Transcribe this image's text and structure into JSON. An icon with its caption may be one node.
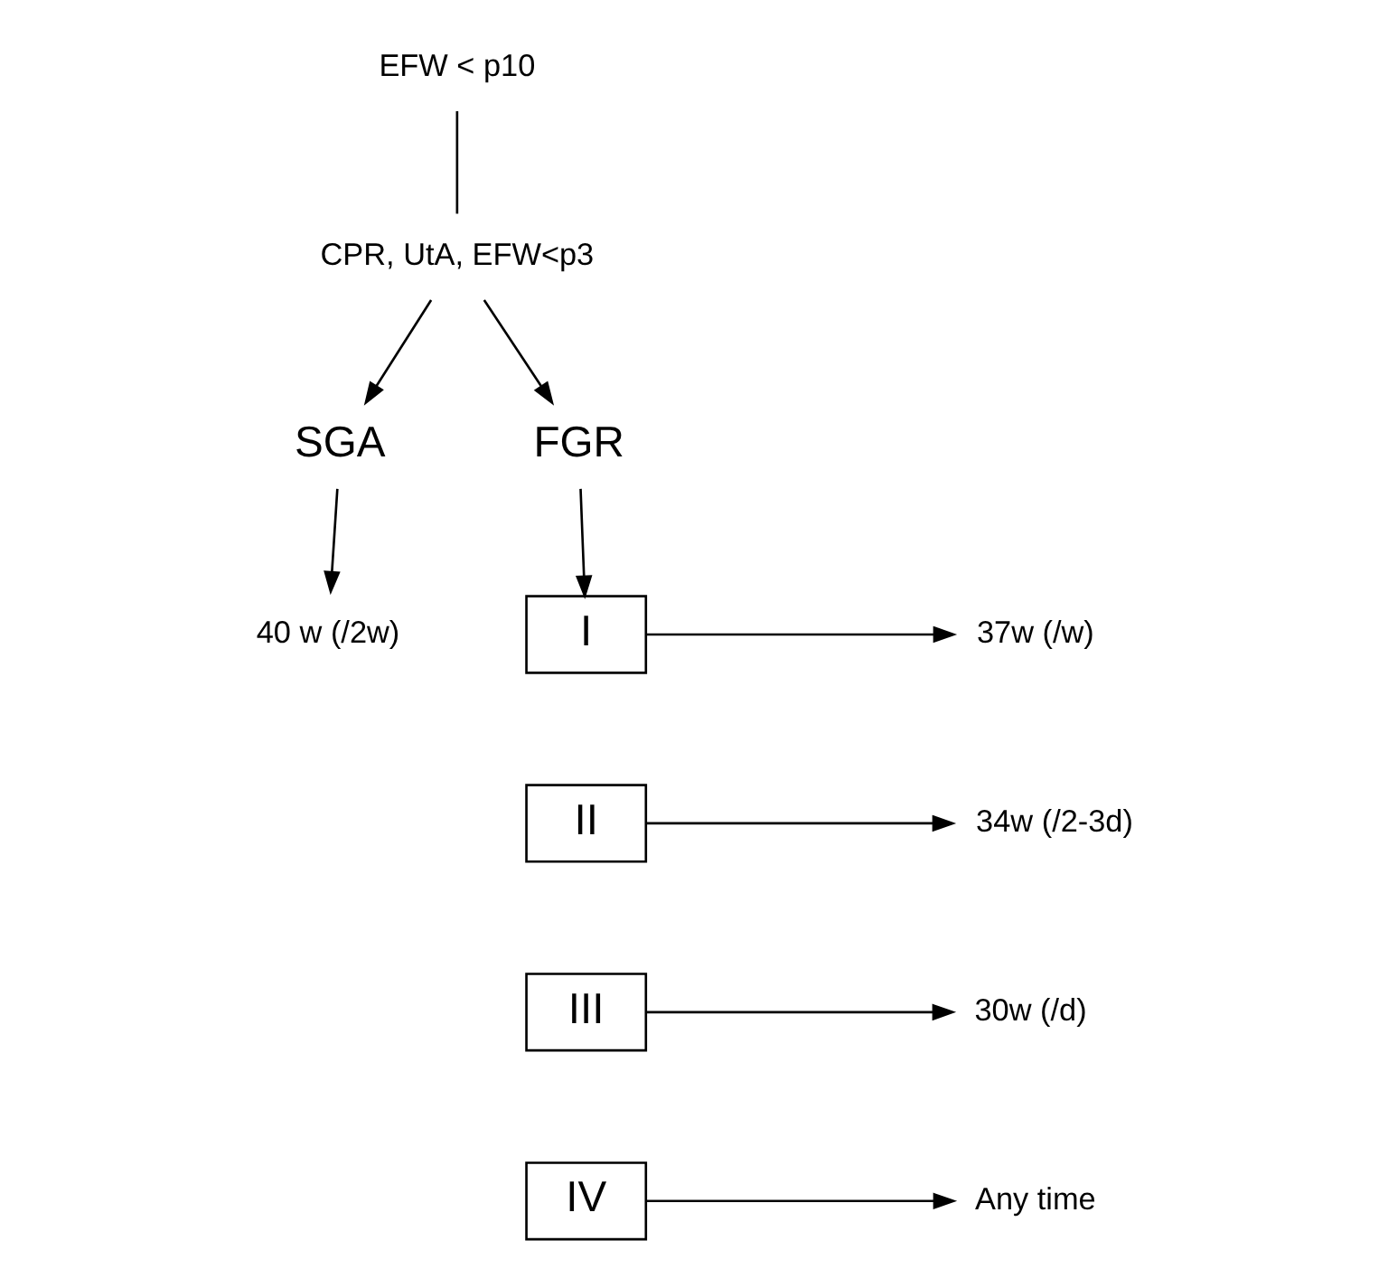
{
  "diagram": {
    "nodes": [
      {
        "text": [
          "EFW < p10"
        ]
      },
      {
        "text": [
          "CPR, UtA, EFW<p3"
        ]
      },
      {
        "text": [
          "SGA"
        ]
      },
      {
        "text": [
          "FGR"
        ]
      },
      {
        "text": [
          "40 w (/2w)"
        ]
      },
      {
        "text": [
          "I"
        ]
      },
      {
        "text": [
          "II"
        ]
      },
      {
        "text": [
          "III"
        ]
      },
      {
        "text": [
          "IV"
        ]
      },
      {
        "text": [
          "37w (/w)"
        ]
      },
      {
        "text": [
          "34w (/2-3d)"
        ]
      },
      {
        "text": [
          "30w (/d)"
        ]
      },
      {
        "text": [
          "Any time"
        ]
      }
    ],
    "edges": [
      {
        "from": 0,
        "to": 1,
        "arrow": "none"
      },
      {
        "from": 1,
        "to": 2,
        "arrow": "to"
      },
      {
        "from": 1,
        "to": 3,
        "arrow": "to"
      },
      {
        "from": 2,
        "to": 4,
        "arrow": "to"
      },
      {
        "from": 3,
        "to": 5,
        "arrow": "to"
      },
      {
        "from": 5,
        "to": 9,
        "arrow": "to"
      },
      {
        "from": 6,
        "to": 10,
        "arrow": "to"
      },
      {
        "from": 7,
        "to": 11,
        "arrow": "to"
      },
      {
        "from": 8,
        "to": 12,
        "arrow": "to"
      }
    ]
  }
}
